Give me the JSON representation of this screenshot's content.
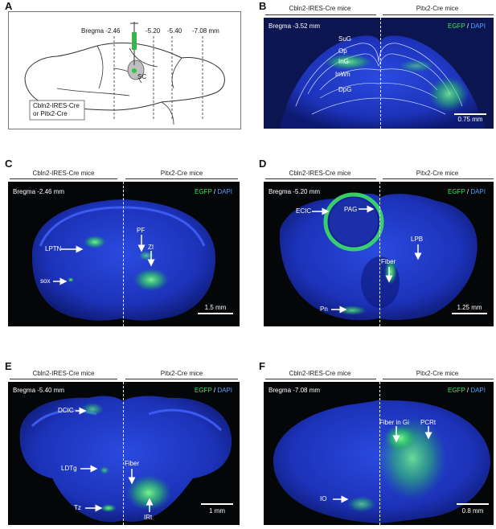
{
  "panel_labels": {
    "a": "A",
    "b": "B",
    "c": "C",
    "d": "D",
    "e": "E",
    "f": "F"
  },
  "schematic": {
    "bregma_main": "Bregma -2.46",
    "levels": [
      "-5.20",
      "-5.40",
      "-7.08 mm"
    ],
    "region": "SC",
    "mouse_line_1": "Cbln2-IRES-Cre",
    "mouse_line_2": "or Pitx2-Cre"
  },
  "common": {
    "left_group": "Cbln2-IRES-Cre mice",
    "right_group": "Pitx2-Cre mice",
    "stain_egfp": "EGFP",
    "stain_sep": " / ",
    "stain_dapi": "DAPI"
  },
  "panel_b": {
    "bregma": "Bregma -3.52 mm",
    "layers": [
      "SuG",
      "Op",
      "InG",
      "InWh",
      "DpG"
    ],
    "scale": "0.75 mm"
  },
  "panel_c": {
    "bregma": "Bregma -2.46 mm",
    "labels": {
      "lptn": "LPTN",
      "sox": "sox",
      "pf": "PF",
      "zi": "ZI"
    },
    "scale": "1.5 mm"
  },
  "panel_d": {
    "bregma": "Bregma -5.20 mm",
    "labels": {
      "ecic": "ECIC",
      "pag": "PAG",
      "lpb": "LPB",
      "fiber": "Fiber",
      "pn": "Pn"
    },
    "scale": "1.25 mm"
  },
  "panel_e": {
    "bregma": "Bregma -5.40 mm",
    "labels": {
      "dcic": "DCIC",
      "ldtg": "LDTg",
      "fiber": "Fiber",
      "tz": "Tz",
      "irt": "IRt"
    },
    "scale": "1 mm"
  },
  "panel_f": {
    "bregma": "Bregma -7.08 mm",
    "labels": {
      "fiber_gi": "Fiber in Gi",
      "pcrt": "PCRt",
      "io": "IO"
    },
    "scale": "0.8 mm"
  },
  "colors": {
    "egfp": "#39e35a",
    "dapi": "#4aa0ff",
    "tissue_blue": "#1e3cd0",
    "background": "#050608"
  }
}
